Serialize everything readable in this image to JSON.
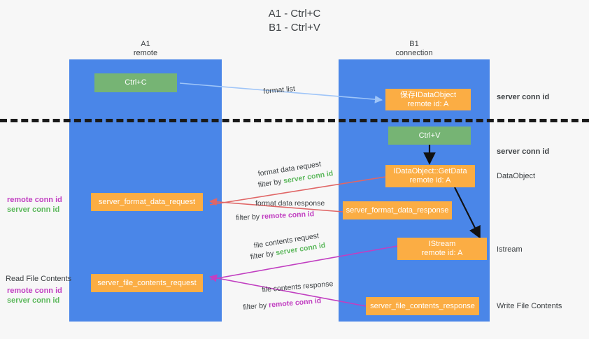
{
  "title": "A1 - Ctrl+C\nB1 - Ctrl+V",
  "lanes": [
    {
      "name": "lane-a",
      "header": "A1\nremote"
    },
    {
      "name": "lane-b",
      "header": "B1\nconnection"
    }
  ],
  "nodes": [
    {
      "name": "ctrl-c-node",
      "label": "Ctrl+C"
    },
    {
      "name": "save-idataobject-node",
      "label": "保存IDataObject\nremote id: A"
    },
    {
      "name": "ctrl-v-node",
      "label": "Ctrl+V"
    },
    {
      "name": "idataobject-getdata-node",
      "label": "IDataObject::GetData\nremote id: A"
    },
    {
      "name": "server-format-data-request-node",
      "label": "server_format_data_request"
    },
    {
      "name": "server-format-data-response-node",
      "label": "server_format_data_response"
    },
    {
      "name": "istream-node",
      "label": "IStream\nremote id: A"
    },
    {
      "name": "server-file-contents-request-node",
      "label": "server_file_contents_request"
    },
    {
      "name": "server-file-contents-response-node",
      "label": "server_file_contents_response"
    }
  ],
  "edge_labels": {
    "format_list": "format list",
    "format_data_request": "format data request",
    "format_data_request_filter_prefix": "filter by ",
    "format_data_request_filter_key": "server conn id",
    "format_data_response": "format data response",
    "format_data_response_filter_prefix": "filter by ",
    "format_data_response_filter_key": "remote conn id",
    "file_contents_request": "file contents request",
    "file_contents_request_filter_prefix": "filter by ",
    "file_contents_request_filter_key": "server conn id",
    "file_contents_response": "file contents response",
    "file_contents_response_filter_prefix": "filter by ",
    "file_contents_response_filter_key": "remote conn id"
  },
  "right_labels": [
    {
      "name": "right-label-server-conn-id-top",
      "text": "server conn id"
    },
    {
      "name": "right-label-server-conn-id-second",
      "text": "server conn id"
    },
    {
      "name": "right-label-dataobject",
      "text": "DataObject"
    },
    {
      "name": "right-label-istream",
      "text": "Istream"
    },
    {
      "name": "right-label-write-file-contents",
      "text": "Write File Contents"
    }
  ],
  "left_labels": {
    "conn_ids_upper_line1": "remote conn id",
    "conn_ids_upper_line2": "server conn id",
    "read_file_contents": "Read File Contents",
    "conn_ids_lower_line1": "remote conn id",
    "conn_ids_lower_line2": "server conn id"
  },
  "colors": {
    "lane": "#4a86e8",
    "green_node": "#76b474",
    "orange_node": "#fbad44",
    "server_conn_id": "#5cb85c",
    "remote_conn_id": "#c13fc1",
    "arrow_blue": "#9fc5f8",
    "arrow_red": "#e06666",
    "arrow_purple": "#c13fc1",
    "arrow_black": "#000000",
    "background": "#f7f7f7"
  }
}
